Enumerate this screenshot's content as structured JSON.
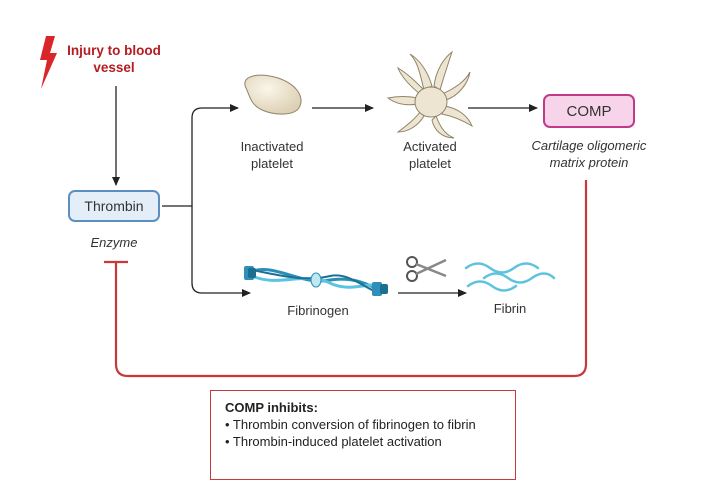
{
  "injury": {
    "line1": "Injury to blood",
    "line2": "vessel"
  },
  "thrombin": {
    "label": "Thrombin",
    "caption": "Enzyme"
  },
  "inactivated_platelet": {
    "line1": "Inactivated",
    "line2": "platelet"
  },
  "activated_platelet": {
    "line1": "Activated",
    "line2": "platelet"
  },
  "comp": {
    "label": "COMP",
    "caption_line1": "Cartilage oligomeric",
    "caption_line2": "matrix protein"
  },
  "fibrinogen": {
    "label": "Fibrinogen"
  },
  "fibrin": {
    "label": "Fibrin"
  },
  "inhibits": {
    "title": "COMP inhibits:",
    "items": [
      "• Thrombin conversion of fibrinogen to fibrin",
      "• Thrombin-induced platelet activation"
    ]
  },
  "colors": {
    "injury": "#b41c22",
    "inhibition_line": "#c9393a",
    "thrombin_border": "#5b8fc2",
    "thrombin_fill": "#e4eef8",
    "comp_border": "#c0398a",
    "comp_fill": "#f7d4ea",
    "fibrinogen_strand": "#3aa7c9",
    "fibrin_wave": "#5fc3dd"
  }
}
